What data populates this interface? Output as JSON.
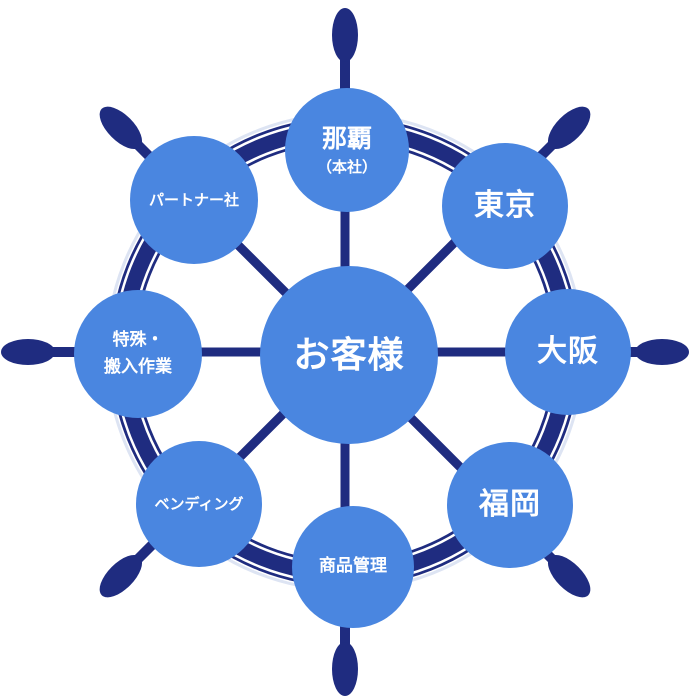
{
  "center": {
    "label": "お客様"
  },
  "nodes": {
    "naha": {
      "line1": "那覇",
      "line2": "（本社）"
    },
    "tokyo": {
      "label": "東京"
    },
    "osaka": {
      "label": "大阪"
    },
    "fukuoka": {
      "label": "福岡"
    },
    "shohin": {
      "label": "商品管理"
    },
    "vending": {
      "label": "ベンディング"
    },
    "tokushu": {
      "line1": "特殊・",
      "line2": "搬入作業"
    },
    "partner": {
      "label": "パートナー社"
    }
  },
  "colors": {
    "node_fill": "#4a86e0",
    "wheel_navy": "#1f2c80",
    "ring_light": "#dde4f3"
  }
}
